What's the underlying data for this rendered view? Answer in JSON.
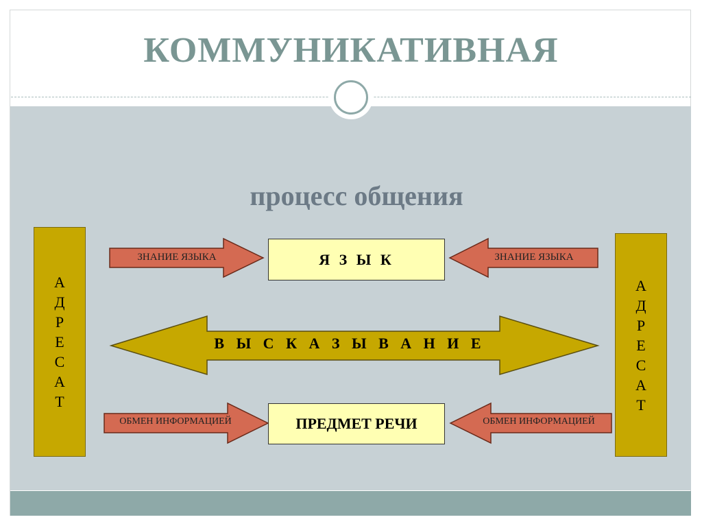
{
  "title": "КОММУНИКАТИВНАЯ",
  "subtitle": "процесс общения",
  "left_block": "АДРЕСАТ",
  "right_block": "АДРЕСАТ",
  "center_top": "Я З Ы К",
  "center_middle": "В Ы С К А З Ы В А Н И Е",
  "center_bottom": "ПРЕДМЕТ РЕЧИ",
  "arrows": {
    "top_left": "ЗНАНИЕ ЯЗЫКА",
    "top_right": "ЗНАНИЕ ЯЗЫКА",
    "bottom_left": "ОБМЕН ИНФОРМАЦИЕЙ",
    "bottom_right": "ОБМЕН ИНФОРМАЦИЕЙ"
  },
  "colors": {
    "title": "#7a9693",
    "panel": "#c7d1d5",
    "bar": "#8ea9a8",
    "gold": "#c6a800",
    "red_arrow": "#d46a52",
    "box_fill": "#ffffb3"
  }
}
